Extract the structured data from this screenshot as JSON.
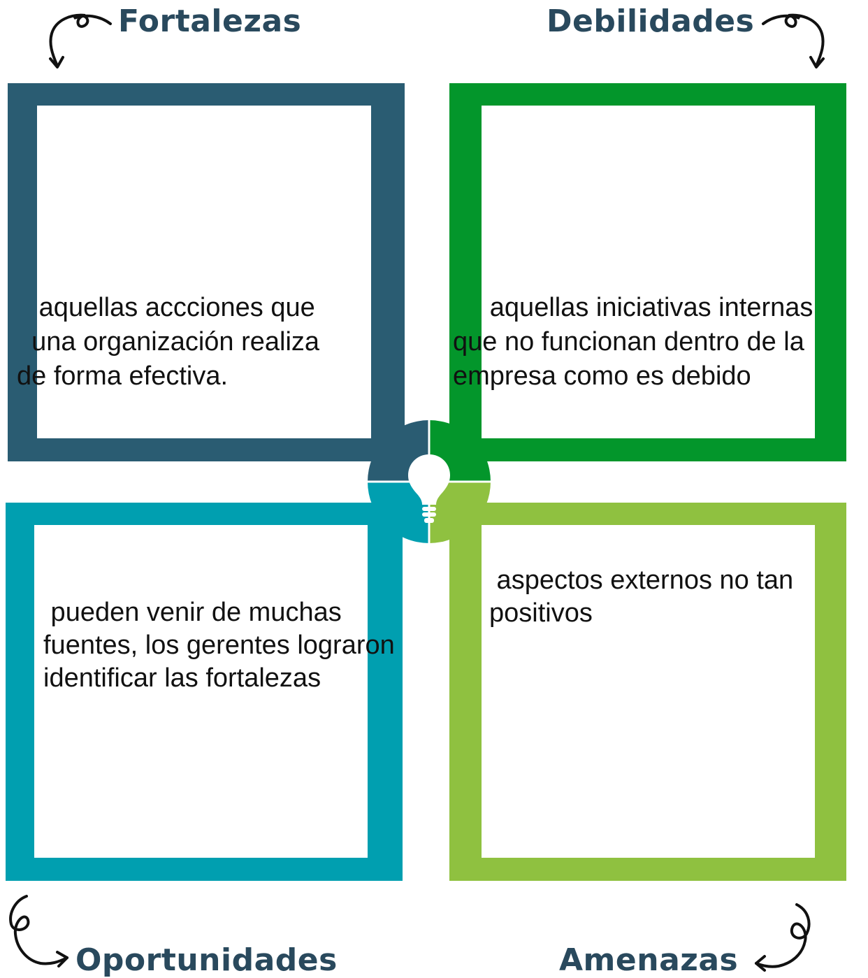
{
  "colors": {
    "fortalezas": "#2a5c72",
    "debilidades": "#03962b",
    "oportunidades": "#009fb0",
    "amenazas": "#8fc140",
    "title": "#29495d"
  },
  "quadrants": {
    "fortalezas": {
      "title": "Fortalezas",
      "text": "   aquellas accciones que\n  una organización realiza\nde forma efectiva."
    },
    "debilidades": {
      "title": "Debilidades",
      "text": "     aquellas iniciativas internas\nque no funcionan dentro de la\nempresa como es debido"
    },
    "oportunidades": {
      "title": "Oportunidades",
      "text": " pueden venir de muchas\nfuentes, los gerentes lograron\nidentificar las fortalezas"
    },
    "amenazas": {
      "title": "Amenazas",
      "text": " aspectos externos no tan\npositivos"
    }
  },
  "icons": {
    "center": "lightbulb-icon",
    "arrows": "curly-arrow-icon"
  }
}
